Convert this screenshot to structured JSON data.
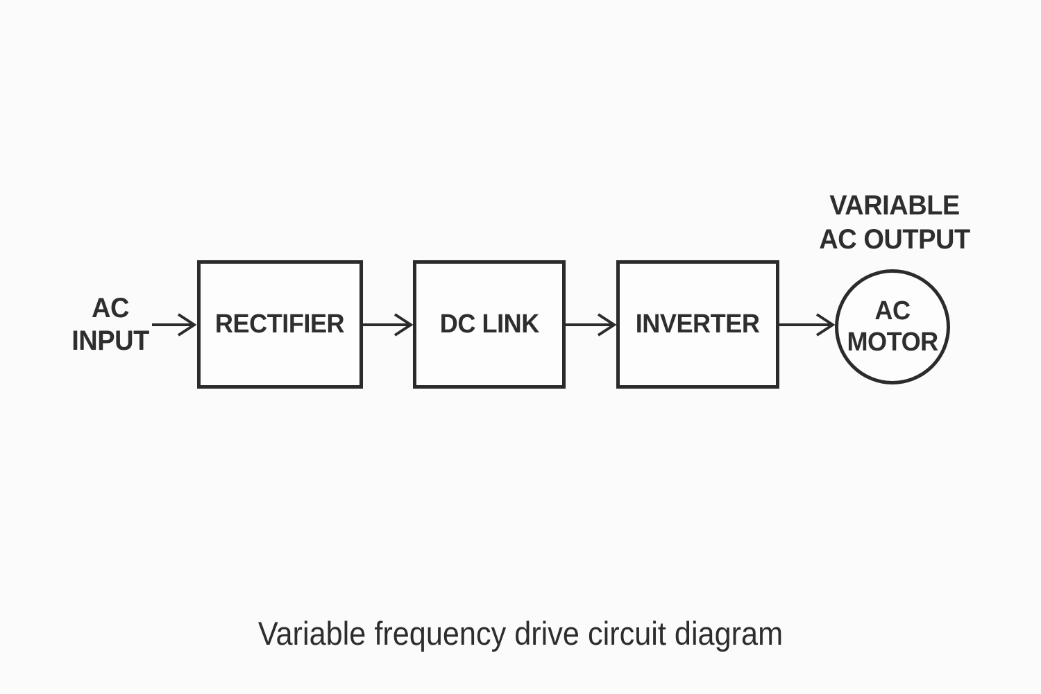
{
  "colors": {
    "background": "#fcfbfb",
    "ink": "#2b2b2b",
    "text": "#2e2e2e"
  },
  "diagram": {
    "input": {
      "line1": "AC",
      "line2": "INPUT"
    },
    "blocks": [
      {
        "label": "RECTIFIER"
      },
      {
        "label": "DC LINK"
      },
      {
        "label": "INVERTER"
      }
    ],
    "motor": {
      "line1": "AC",
      "line2": "MOTOR"
    },
    "output": {
      "line1": "VARIABLE",
      "line2": "AC OUTPUT"
    }
  },
  "caption": "Variable frequency drive circuit diagram"
}
